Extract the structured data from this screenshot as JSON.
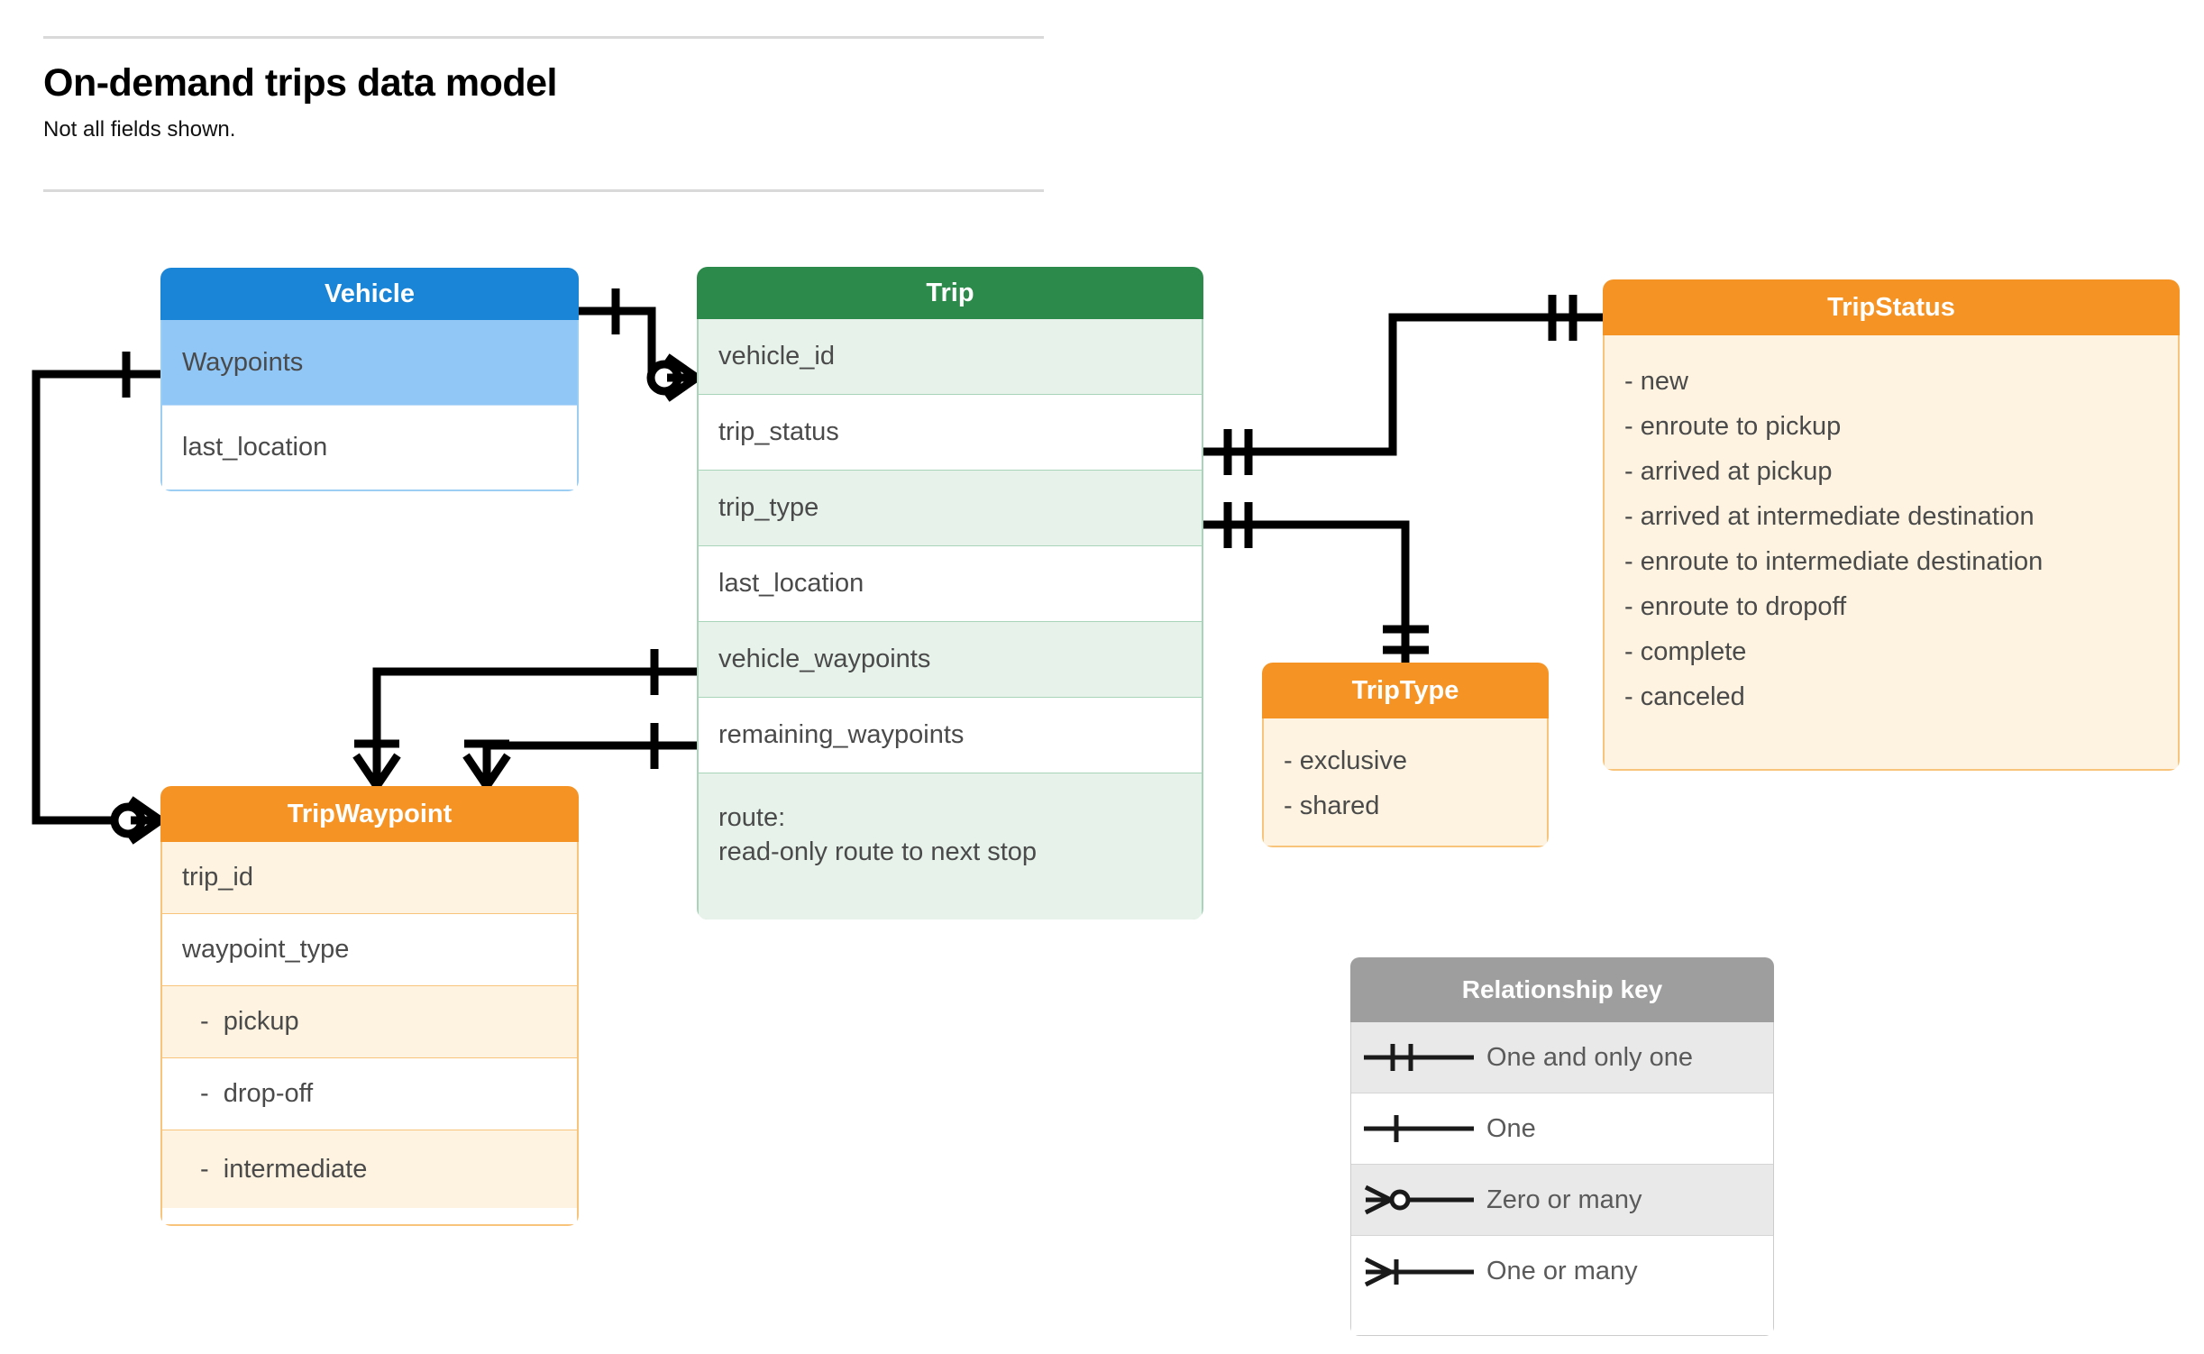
{
  "header": {
    "title": "On-demand trips data model",
    "subtitle": "Not all fields shown."
  },
  "entities": {
    "vehicle": {
      "name": "Vehicle",
      "header_color": "#1a85d6",
      "fields": [
        {
          "label": "Waypoints"
        },
        {
          "label": "last_location"
        }
      ]
    },
    "trip": {
      "name": "Trip",
      "header_color": "#2c8a4b",
      "fields": [
        {
          "label": "vehicle_id"
        },
        {
          "label": "trip_status"
        },
        {
          "label": "trip_type"
        },
        {
          "label": "last_location"
        },
        {
          "label": "vehicle_waypoints"
        },
        {
          "label": "remaining_waypoints"
        },
        {
          "label": "route:\nread-only route to next stop"
        }
      ]
    },
    "trip_status": {
      "name": "TripStatus",
      "header_color": "#f59425",
      "values": [
        "- new",
        "- enroute to pickup",
        "- arrived at pickup",
        "- arrived at intermediate destination",
        "- enroute to intermediate destination",
        "- enroute to dropoff",
        "- complete",
        "- canceled"
      ]
    },
    "trip_type": {
      "name": "TripType",
      "header_color": "#f59425",
      "values": [
        "- exclusive",
        "- shared"
      ]
    },
    "trip_waypoint": {
      "name": "TripWaypoint",
      "header_color": "#f59425",
      "fields": [
        {
          "label": "trip_id"
        },
        {
          "label": "waypoint_type"
        },
        {
          "label": "-  pickup"
        },
        {
          "label": "-  drop-off"
        },
        {
          "label": "-  intermediate"
        }
      ]
    }
  },
  "relationship_key": {
    "title": "Relationship key",
    "rows": [
      {
        "symbol": "one-and-only-one",
        "label": "One and only one"
      },
      {
        "symbol": "one",
        "label": "One"
      },
      {
        "symbol": "zero-or-many",
        "label": "Zero or many"
      },
      {
        "symbol": "one-or-many",
        "label": "One or many"
      }
    ]
  },
  "relationships": [
    {
      "from": "Vehicle",
      "from_cardinality": "one",
      "to": "Trip.vehicle_id",
      "to_cardinality": "zero-or-many"
    },
    {
      "from": "Trip.trip_status",
      "from_cardinality": "one-and-only-one",
      "to": "TripStatus",
      "to_cardinality": "one-and-only-one"
    },
    {
      "from": "Trip.trip_type",
      "from_cardinality": "one-and-only-one",
      "to": "TripType",
      "to_cardinality": "one-and-only-one"
    },
    {
      "from": "Trip.vehicle_waypoints",
      "from_cardinality": "one",
      "to": "TripWaypoint",
      "to_cardinality": "one-or-many"
    },
    {
      "from": "Trip.remaining_waypoints",
      "from_cardinality": "one",
      "to": "TripWaypoint",
      "to_cardinality": "one-or-many"
    },
    {
      "from": "Vehicle.Waypoints",
      "from_cardinality": "one",
      "to": "TripWaypoint",
      "to_cardinality": "zero-or-many"
    }
  ],
  "colors": {
    "vehicle_header": "#1a85d6",
    "vehicle_field": "#90c7f7",
    "trip_header": "#2c8a4b",
    "trip_field": "#e7f2ea",
    "orange_header": "#f59425",
    "orange_field": "#fdf3e0",
    "key_header": "#9e9e9e",
    "connector": "#000000"
  }
}
